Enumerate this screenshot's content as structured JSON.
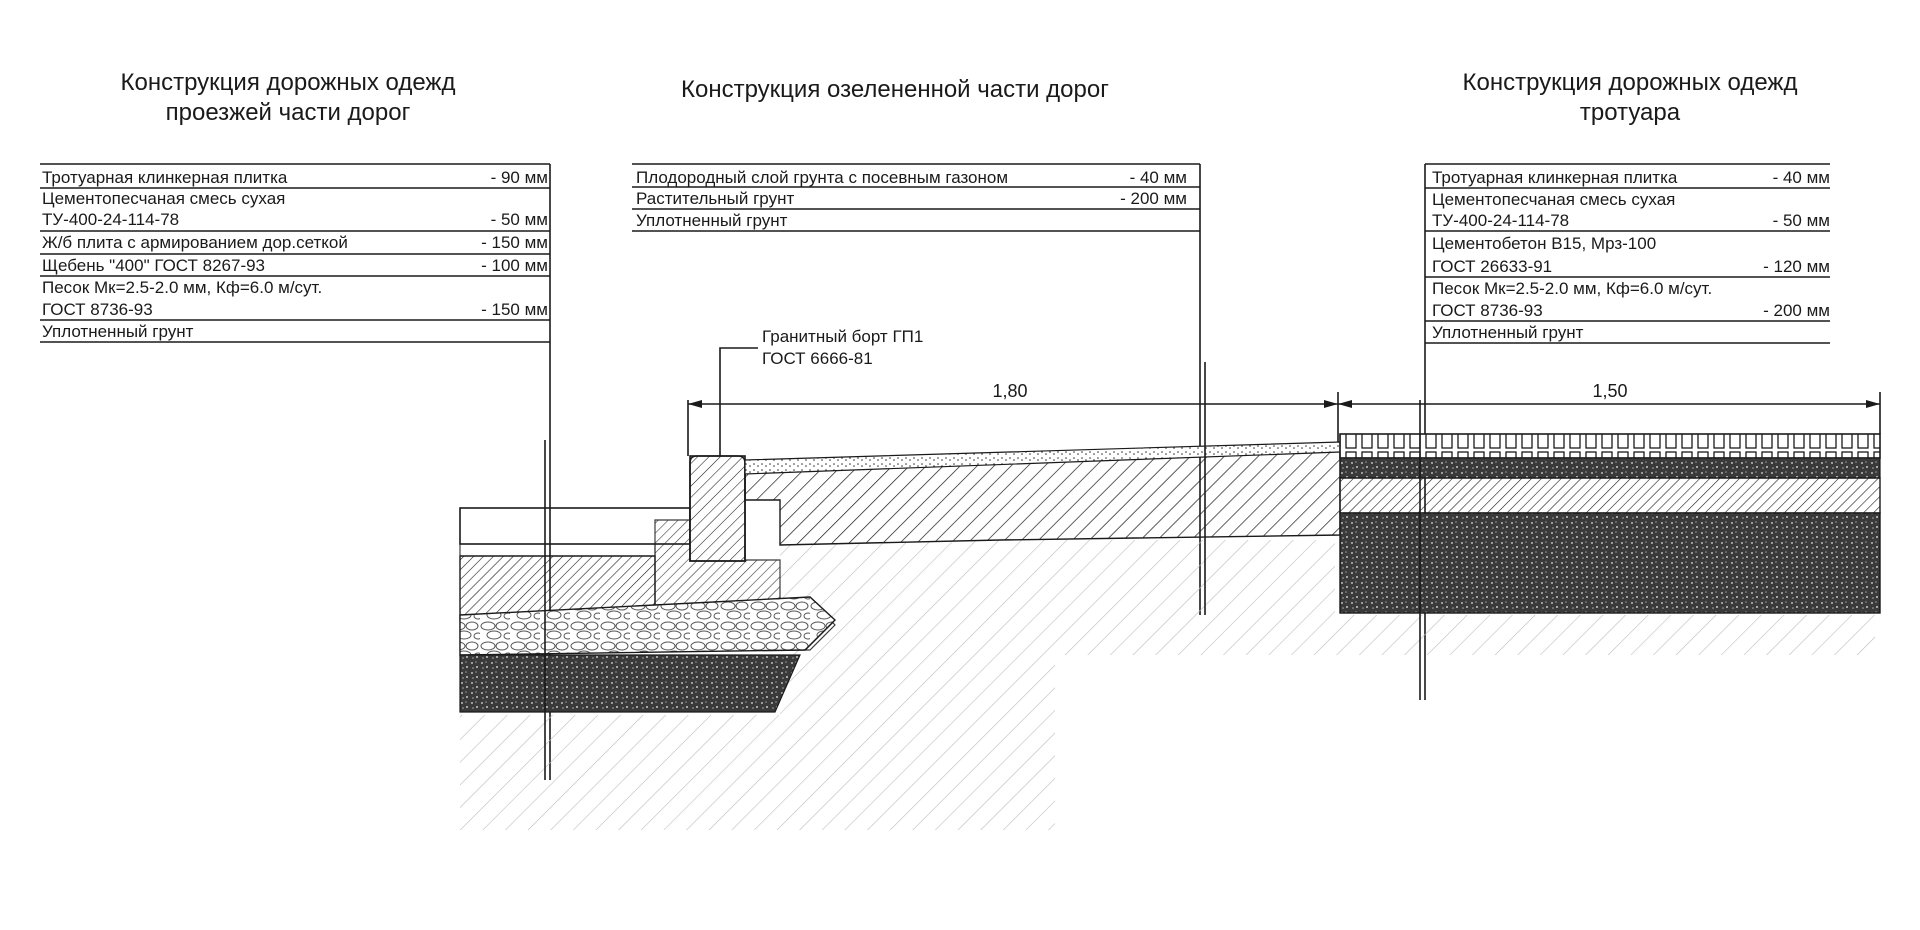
{
  "titles": {
    "left": [
      "Конструкция дорожных одежд",
      "проезжей части дорог"
    ],
    "center": "Конструкция озелененной части дорог",
    "right": [
      "Конструкция дорожных одежд",
      "тротуара"
    ]
  },
  "legend_left": [
    {
      "text": "Тротуарная клинкерная плитка",
      "thickness": "- 90 мм"
    },
    {
      "text": "Цементопесчаная смесь сухая",
      "text2": "ТУ-400-24-114-78",
      "thickness": "- 50 мм"
    },
    {
      "text": "Ж/б плита с армированием дор.сеткой",
      "thickness": "- 150 мм"
    },
    {
      "text": "Щебень \"400\" ГОСТ 8267-93",
      "thickness": "- 100 мм"
    },
    {
      "text": "Песок Мк=2.5-2.0 мм, Кф=6.0 м/сут.",
      "text2": "ГОСТ 8736-93",
      "thickness": "- 150 мм"
    },
    {
      "text": "Уплотненный грунт",
      "thickness": ""
    }
  ],
  "legend_center": [
    {
      "text": "Плодородный слой грунта с посевным газоном",
      "thickness": "- 40 мм"
    },
    {
      "text": "Растительный грунт",
      "thickness": "- 200 мм"
    },
    {
      "text": "Уплотненный грунт",
      "thickness": ""
    }
  ],
  "legend_right": [
    {
      "text": "Тротуарная клинкерная плитка",
      "thickness": "- 40 мм"
    },
    {
      "text": "Цементопесчаная смесь сухая",
      "text2": "ТУ-400-24-114-78",
      "thickness": "- 50 мм"
    },
    {
      "text": "Цементобетон В15, Мрз-100",
      "text2": "ГОСТ 26633-91",
      "thickness": "- 120 мм"
    },
    {
      "text": "Песок Мк=2.5-2.0 мм, Кф=6.0 м/сут.",
      "text2": "ГОСТ 8736-93",
      "thickness": "- 200 мм"
    },
    {
      "text": "Уплотненный грунт",
      "thickness": ""
    }
  ],
  "curb_label": [
    "Гранитный борт ГП1",
    "ГОСТ 6666-81"
  ],
  "dimensions": {
    "green_width": "1,80",
    "sidewalk_width": "1,50"
  }
}
